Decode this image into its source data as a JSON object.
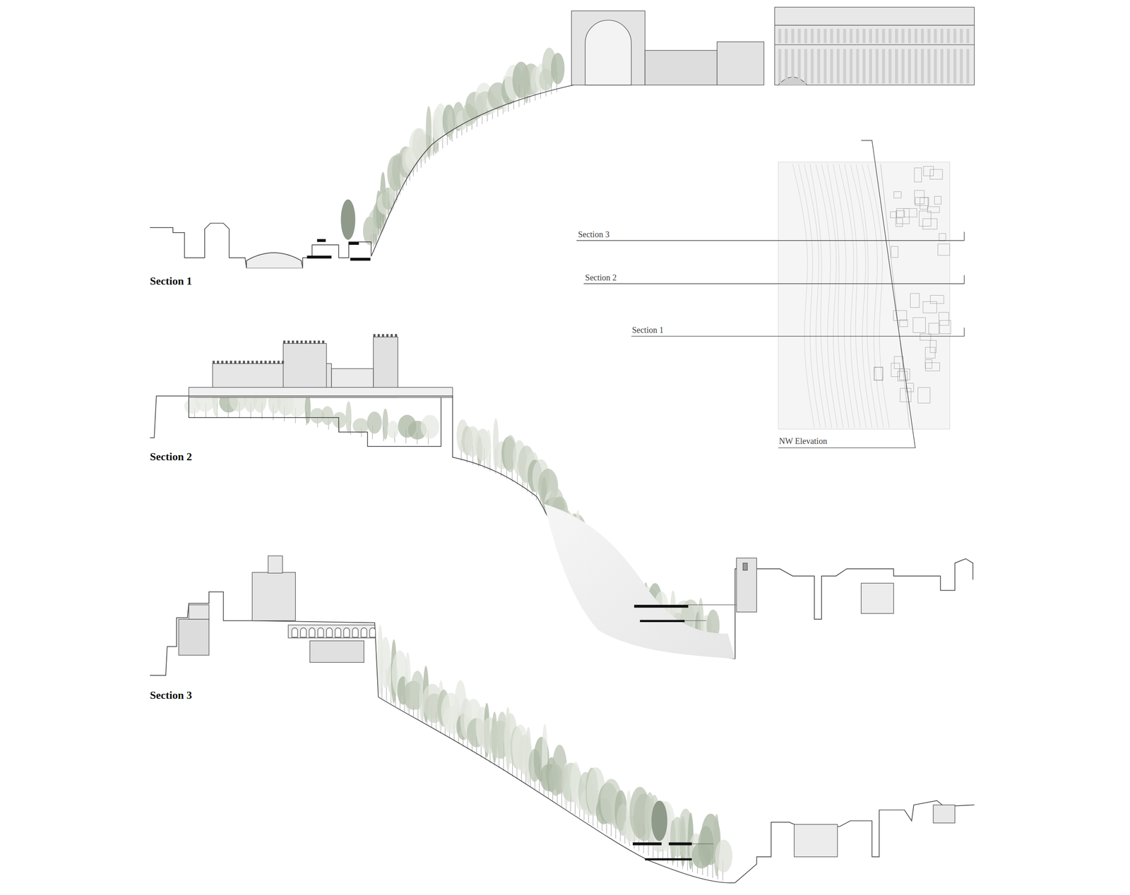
{
  "diagram": {
    "labels": [
      "Section 1",
      "Section 2",
      "Section 3",
      "Section 3",
      "Section 2",
      "Section 1",
      "NW Elevation"
    ]
  }
}
